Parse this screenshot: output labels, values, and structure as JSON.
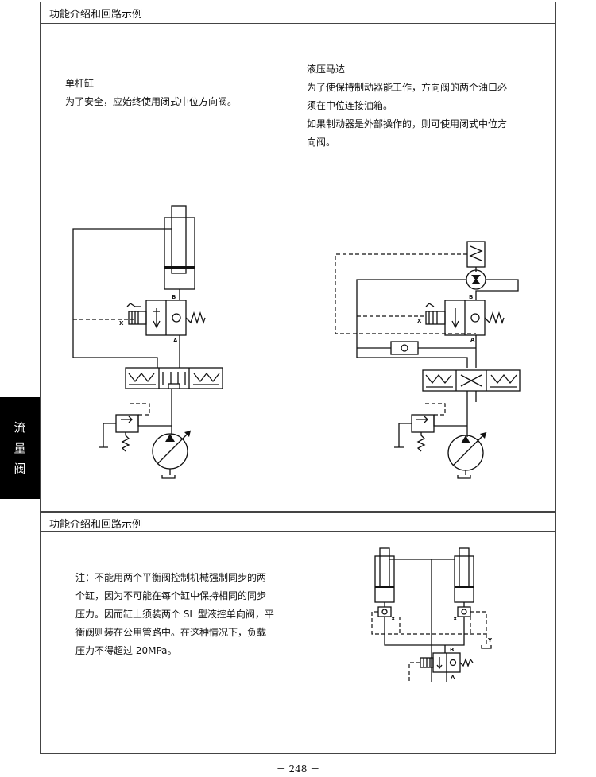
{
  "section_title": "功能介绍和回路示例",
  "side_tab": [
    "流",
    "量",
    "阀"
  ],
  "single_rod": {
    "title": "单杆缸",
    "desc": "为了安全，应始终使用闭式中位方向阀。"
  },
  "hydraulic_motor": {
    "title": "液压马达",
    "lines": [
      "为了使保持制动器能工作，方向阀的两个油口必",
      "须在中位连接油箱。",
      "如果制动器是外部操作的，则可使用闭式中位方",
      "向阀。"
    ]
  },
  "note": {
    "lines": [
      "注：不能用两个平衡阀控制机械强制同步的两",
      "个缸，因为不可能在每个缸中保持相同的同步",
      "压力。因而缸上须装两个 SL 型液控单向阀，平",
      "衡阀则装在公用管路中。在这种情况下，负载",
      "压力不得超过 20MPa。"
    ]
  },
  "diagram_labels": {
    "b": "B",
    "a": "A",
    "x": "X",
    "y": "Y"
  },
  "page_number": "－ 248 －"
}
